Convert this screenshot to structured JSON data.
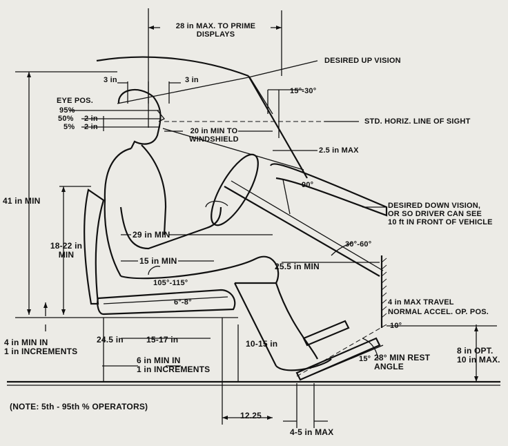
{
  "labels": {
    "max_prime_displays": "28 in MAX. TO PRIME\nDISPLAYS",
    "desired_up_vision": "DESIRED UP VISION",
    "three_in_left": "3 in",
    "three_in_right": "3 in",
    "windshield_angle": "15°-30°",
    "eye_pos": "EYE POS.",
    "pct_95": "95%",
    "pct_50": "50%",
    "pct_5": "5%",
    "two_in_a": "2 in",
    "two_in_b": "2 in",
    "std_horiz_line": "STD. HORIZ. LINE OF SIGHT",
    "min_to_windshield": "20 in MIN TO\nWINDSHIELD",
    "two_five_max": "2.5 in MAX",
    "forty_one_min": "41 in MIN",
    "ninety_deg": "90°",
    "desired_down_vision": "DESIRED DOWN VISION,\nOR SO DRIVER CAN SEE\n10 ft IN FRONT OF VEHICLE",
    "eighteen_22": "18-22 in\nMIN",
    "twenty_nine_min": "29 in MIN",
    "thirty_sixty": "30°-60°",
    "fifteen_min": "15 in MIN",
    "twenty_five_five_min": "25.5 in MIN",
    "knee_angle": "105°-115°",
    "six_eight": "6°-8°",
    "four_max_travel": "4 in MAX TRAVEL",
    "normal_accel": "NORMAL ACCEL. OP. POS.",
    "ten_deg": "10°",
    "four_min_increments": "4 in MIN IN\n1 in INCREMENTS",
    "twenty_four_five": "24.5 in",
    "fifteen_17": "15-17 in",
    "ten_15": "10-15 in",
    "fifteen_deg": "15°",
    "twenty_eight_min_rest": "28° MIN REST\nANGLE",
    "eight_opt": "8 in OPT.\n10 in MAX.",
    "six_min_increments": "6 in MIN IN\n1 in INCREMENTS",
    "note": "(NOTE: 5th - 95th % OPERATORS)",
    "twelve_25": "12.25",
    "four_five_max": "4-5 in MAX"
  }
}
